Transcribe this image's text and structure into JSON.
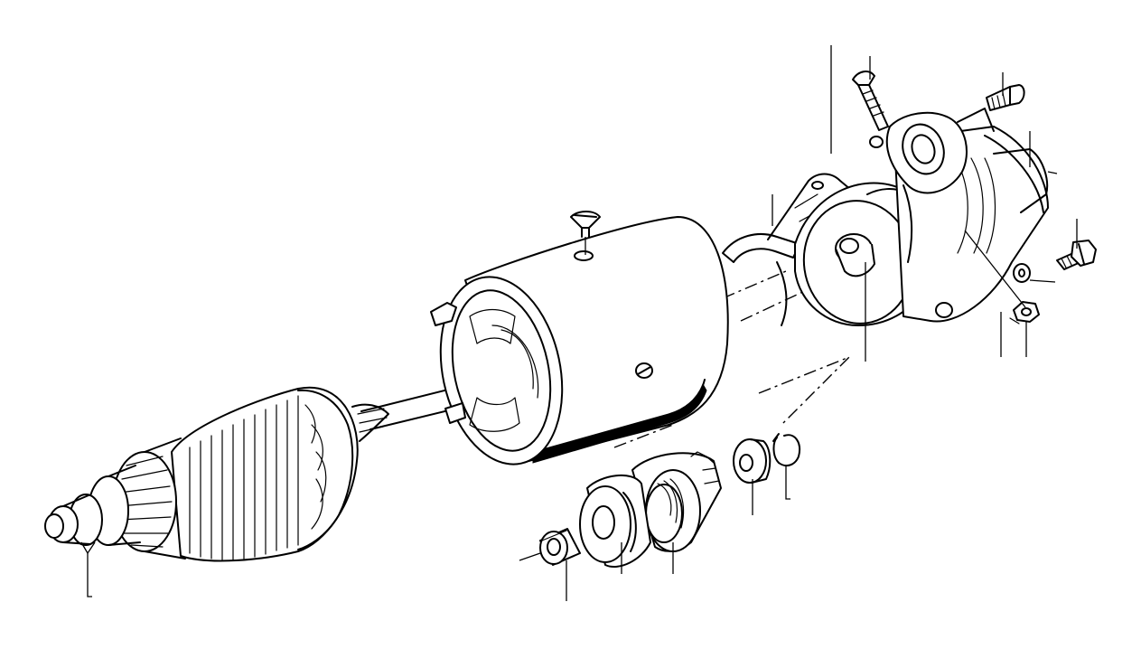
{
  "diagram": {
    "parts": [
      {
        "id": "armature",
        "icon": "armature-icon"
      },
      {
        "id": "drive-bushing",
        "icon": "bushing-icon"
      },
      {
        "id": "pinion-drive",
        "icon": "pinion-icon"
      },
      {
        "id": "drive-collar",
        "icon": "collar-icon"
      },
      {
        "id": "stop-ring",
        "icon": "ring-icon"
      },
      {
        "id": "field-housing",
        "icon": "housing-icon"
      },
      {
        "id": "housing-screw",
        "icon": "screw-icon"
      },
      {
        "id": "brush-bracket",
        "icon": "bracket-icon"
      },
      {
        "id": "commutator-end-shield",
        "icon": "end-shield-icon"
      },
      {
        "id": "through-bolt",
        "icon": "bolt-icon"
      },
      {
        "id": "mounting-bolt",
        "icon": "bolt-icon"
      },
      {
        "id": "solenoid",
        "icon": "solenoid-icon"
      },
      {
        "id": "hex-bolt",
        "icon": "hex-bolt-icon"
      },
      {
        "id": "washer",
        "icon": "washer-icon"
      },
      {
        "id": "terminal-nut",
        "icon": "nut-icon"
      }
    ],
    "colors": {
      "ink": "#000000",
      "paper": "#ffffff"
    }
  }
}
